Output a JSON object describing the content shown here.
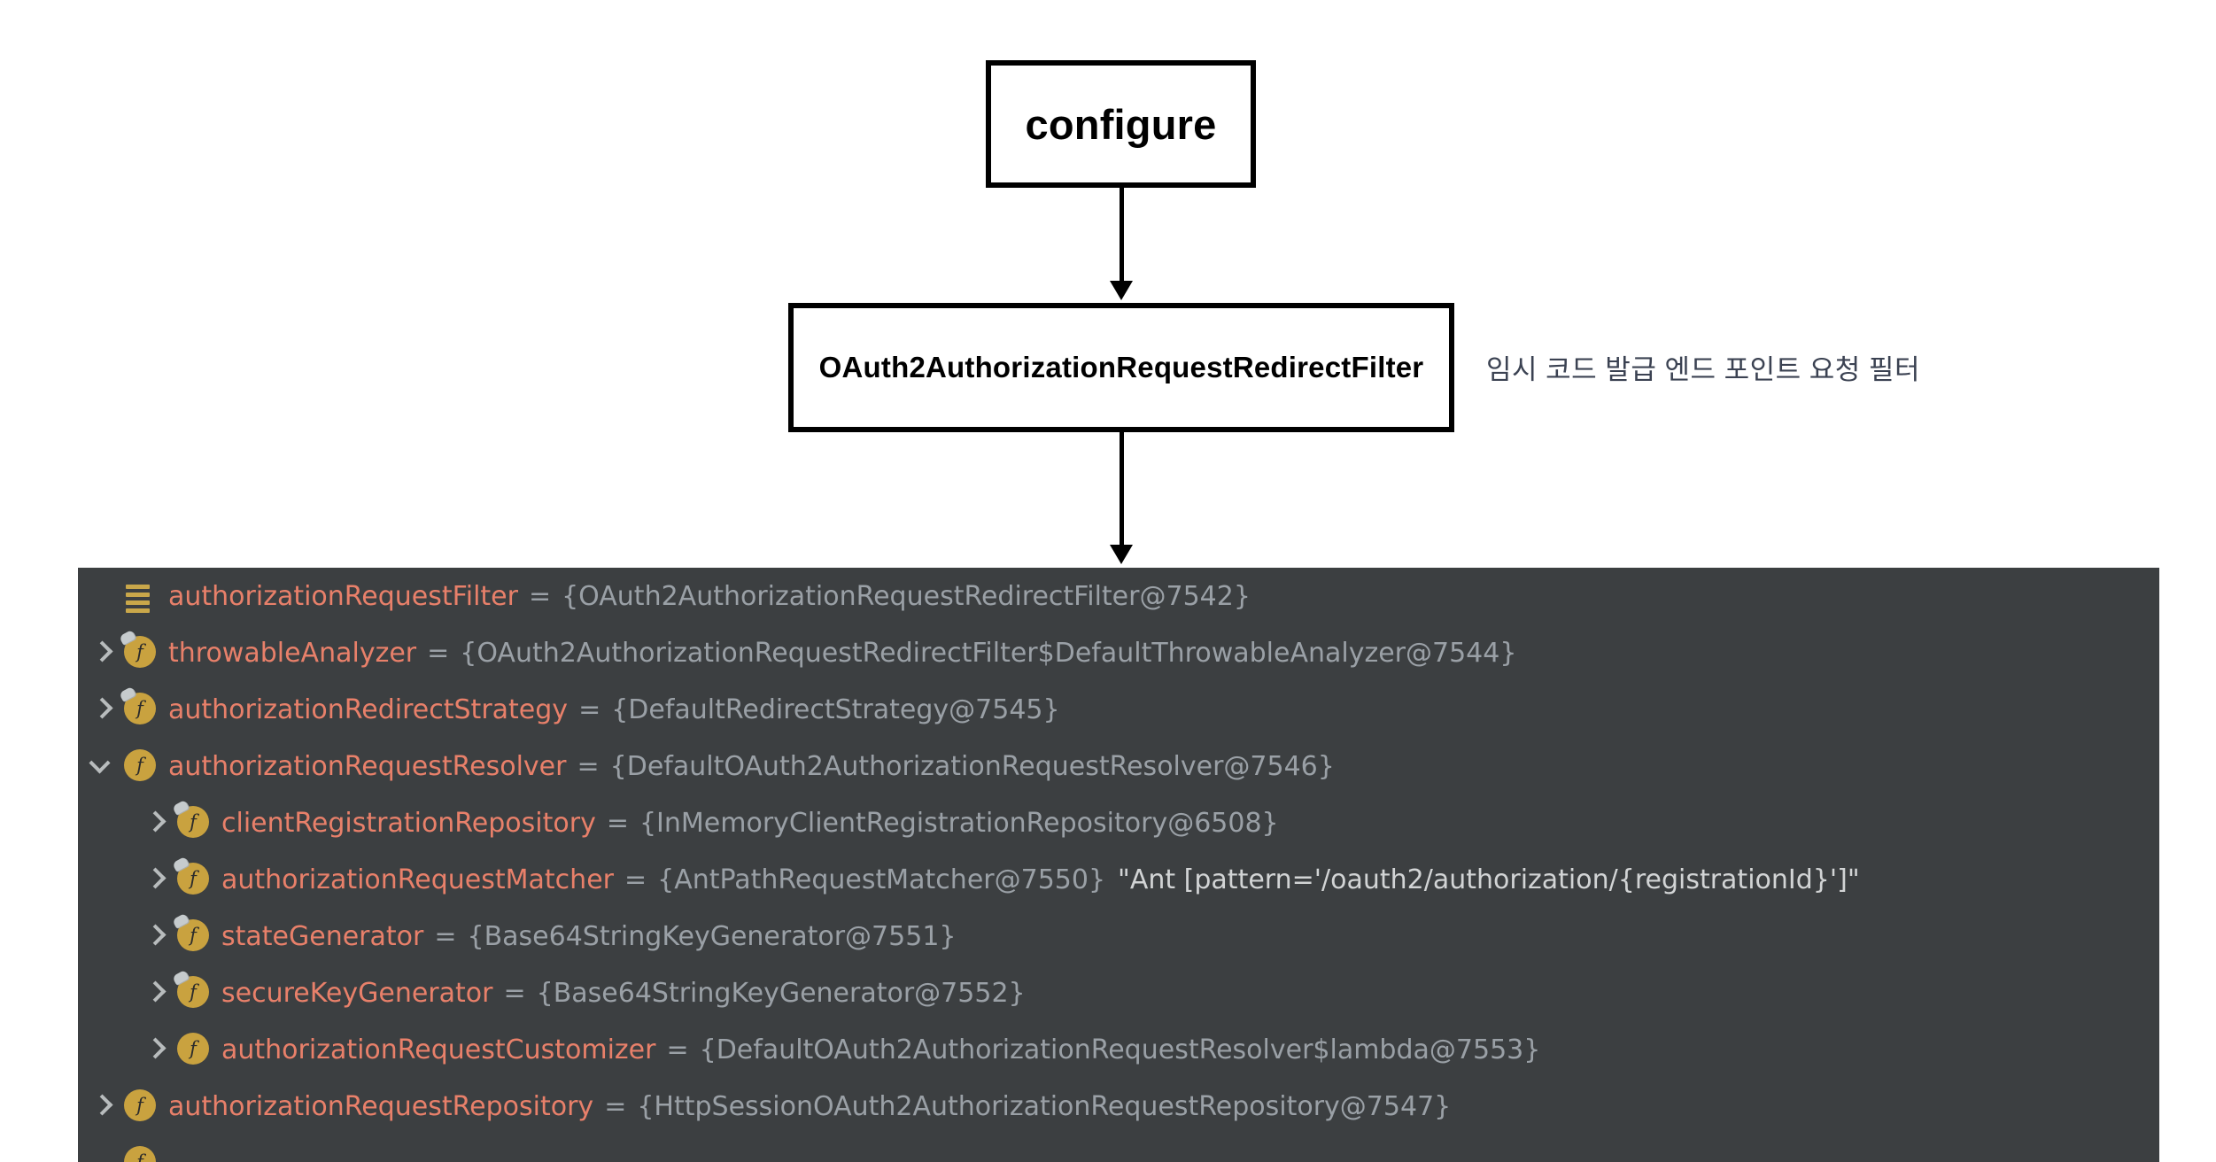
{
  "diagram": {
    "nodes": [
      {
        "id": "configure",
        "label": "configure"
      },
      {
        "id": "filter",
        "label": "OAuth2AuthorizationRequestRedirectFilter"
      }
    ],
    "annotation": "임시 코드 발급 엔드 포인트 요청 필터"
  },
  "debugger": {
    "background_color": "#3c3f41",
    "name_color": "#e8806a",
    "value_color": "#9aa0a6",
    "rows": [
      {
        "indent": 0,
        "chevron": "none",
        "icon": "stack-icon",
        "name": "authorizationRequestFilter",
        "eq": "=",
        "value": "{OAuth2AuthorizationRequestRedirectFilter@7542}",
        "string": ""
      },
      {
        "indent": 1,
        "chevron": "collapsed",
        "icon": "field-final-icon",
        "name": "throwableAnalyzer",
        "eq": "=",
        "value": "{OAuth2AuthorizationRequestRedirectFilter$DefaultThrowableAnalyzer@7544}",
        "string": ""
      },
      {
        "indent": 1,
        "chevron": "collapsed",
        "icon": "field-final-icon",
        "name": "authorizationRedirectStrategy",
        "eq": "=",
        "value": "{DefaultRedirectStrategy@7545}",
        "string": ""
      },
      {
        "indent": 1,
        "chevron": "expanded",
        "icon": "field-icon",
        "name": "authorizationRequestResolver",
        "eq": "=",
        "value": "{DefaultOAuth2AuthorizationRequestResolver@7546}",
        "string": ""
      },
      {
        "indent": 2,
        "chevron": "collapsed",
        "icon": "field-final-icon",
        "name": "clientRegistrationRepository",
        "eq": "=",
        "value": "{InMemoryClientRegistrationRepository@6508}",
        "string": ""
      },
      {
        "indent": 2,
        "chevron": "collapsed",
        "icon": "field-final-icon",
        "name": "authorizationRequestMatcher",
        "eq": "=",
        "value": "{AntPathRequestMatcher@7550}",
        "string": "\"Ant [pattern='/oauth2/authorization/{registrationId}']\""
      },
      {
        "indent": 2,
        "chevron": "collapsed",
        "icon": "field-final-icon",
        "name": "stateGenerator",
        "eq": "=",
        "value": "{Base64StringKeyGenerator@7551}",
        "string": ""
      },
      {
        "indent": 2,
        "chevron": "collapsed",
        "icon": "field-final-icon",
        "name": "secureKeyGenerator",
        "eq": "=",
        "value": "{Base64StringKeyGenerator@7552}",
        "string": ""
      },
      {
        "indent": 2,
        "chevron": "collapsed",
        "icon": "field-icon",
        "name": "authorizationRequestCustomizer",
        "eq": "=",
        "value": "{DefaultOAuth2AuthorizationRequestResolver$lambda@7553}",
        "string": ""
      },
      {
        "indent": 1,
        "chevron": "collapsed",
        "icon": "field-icon",
        "name": "authorizationRequestRepository",
        "eq": "=",
        "value": "{HttpSessionOAuth2AuthorizationRequestRepository@7547}",
        "string": ""
      },
      {
        "indent": 1,
        "chevron": "none",
        "icon": "field-icon",
        "name": "",
        "eq": "",
        "value": "",
        "string": ""
      }
    ]
  }
}
